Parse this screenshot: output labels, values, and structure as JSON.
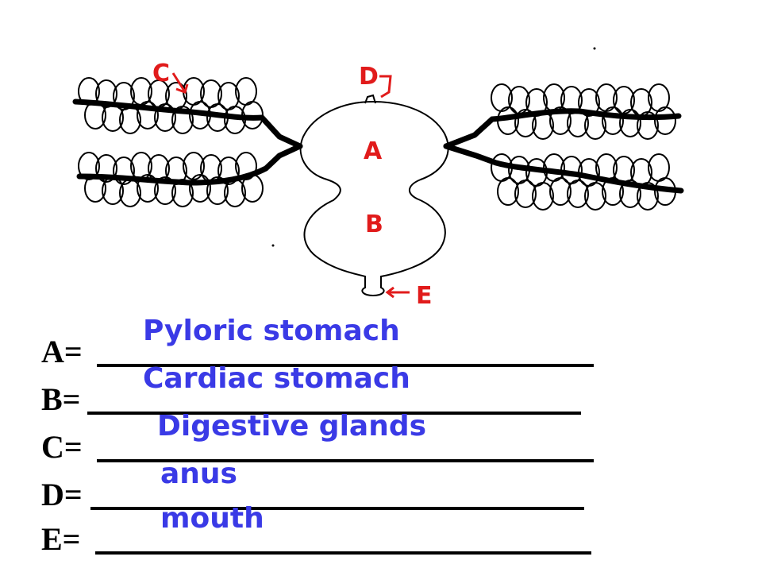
{
  "diagram": {
    "labels": {
      "a": "A",
      "b": "B",
      "c": "C",
      "d": "D",
      "e": "E"
    },
    "colors": {
      "outline": "#000000",
      "annotation": "#e11b1b"
    }
  },
  "answers": {
    "color": "#3a3ae6",
    "rows": [
      {
        "letter": "A=",
        "answer": "Pyloric stomach"
      },
      {
        "letter": "B=",
        "answer": "Cardiac stomach"
      },
      {
        "letter": "C=",
        "answer": "Digestive glands"
      },
      {
        "letter": "D=",
        "answer": "anus"
      },
      {
        "letter": "E=",
        "answer": "mouth"
      }
    ]
  }
}
